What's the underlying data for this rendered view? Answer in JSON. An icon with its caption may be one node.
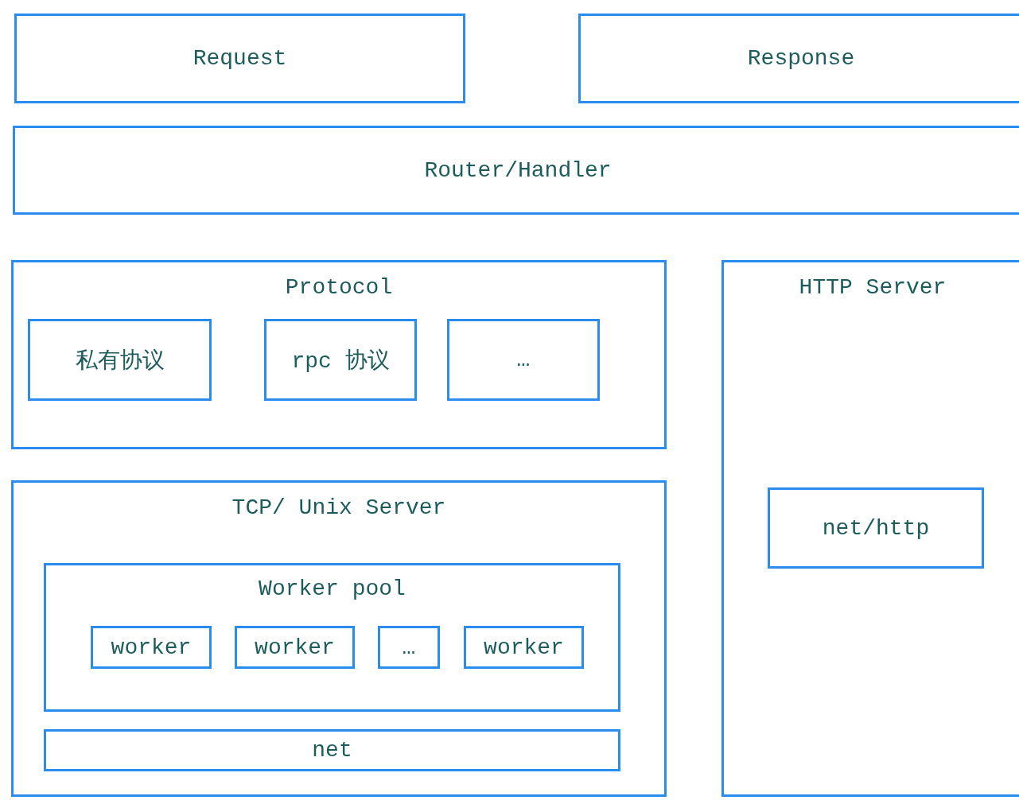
{
  "diagram": {
    "nodes": [
      {
        "text": [
          "Request"
        ]
      },
      {
        "text": [
          "Response"
        ]
      },
      {
        "text": [
          "Router/Handler"
        ]
      },
      {
        "text": [
          "Protocol"
        ]
      },
      {
        "text": [
          "私有协议"
        ],
        "in": 3
      },
      {
        "text": [
          "rpc 协议"
        ],
        "in": 3
      },
      {
        "text": [
          "…"
        ],
        "in": 3
      },
      {
        "text": [
          "HTTP Server"
        ]
      },
      {
        "text": [
          "net/http"
        ],
        "in": 7
      },
      {
        "text": [
          "TCP/ Unix Server"
        ]
      },
      {
        "text": [
          "Worker pool"
        ],
        "in": 9
      },
      {
        "text": [
          "worker"
        ],
        "in": 10
      },
      {
        "text": [
          "worker"
        ],
        "in": 10
      },
      {
        "text": [
          "…"
        ],
        "in": 10
      },
      {
        "text": [
          "worker"
        ],
        "in": 10
      },
      {
        "text": [
          "net"
        ],
        "in": 9
      }
    ],
    "edges": []
  }
}
